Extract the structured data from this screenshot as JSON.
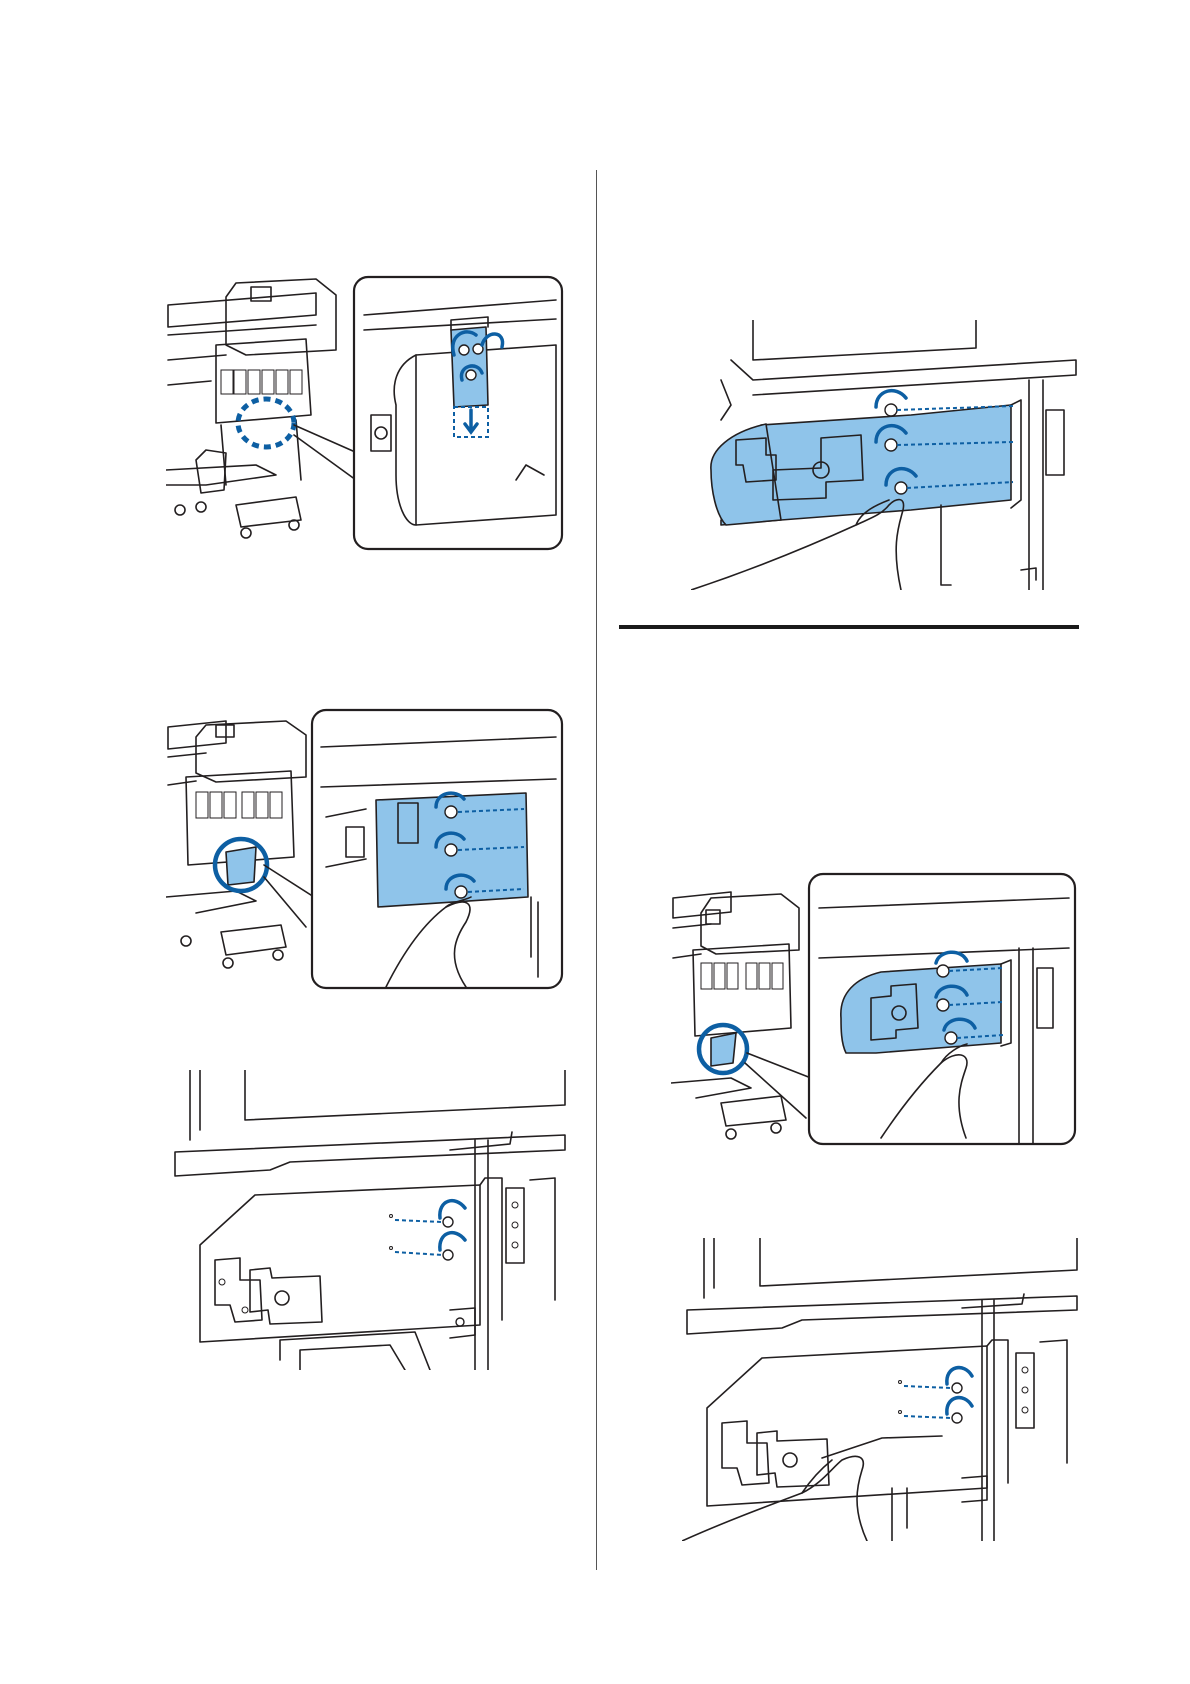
{
  "figures": [
    {
      "id": "fig-1",
      "icon": "printer-overview-with-clamp-detail"
    },
    {
      "id": "fig-2",
      "icon": "printer-overview-with-plate-screws-detail"
    },
    {
      "id": "fig-3",
      "icon": "plate-screws-closeup"
    },
    {
      "id": "fig-4",
      "icon": "hand-removing-plate"
    },
    {
      "id": "fig-5",
      "icon": "printer-overview-with-plate-install-detail"
    },
    {
      "id": "fig-6",
      "icon": "hand-tightening-plate-screws"
    }
  ],
  "colors": {
    "plate_fill": "#8fc4ea",
    "accent_blue": "#0d5fa3",
    "line": "#231f20"
  }
}
